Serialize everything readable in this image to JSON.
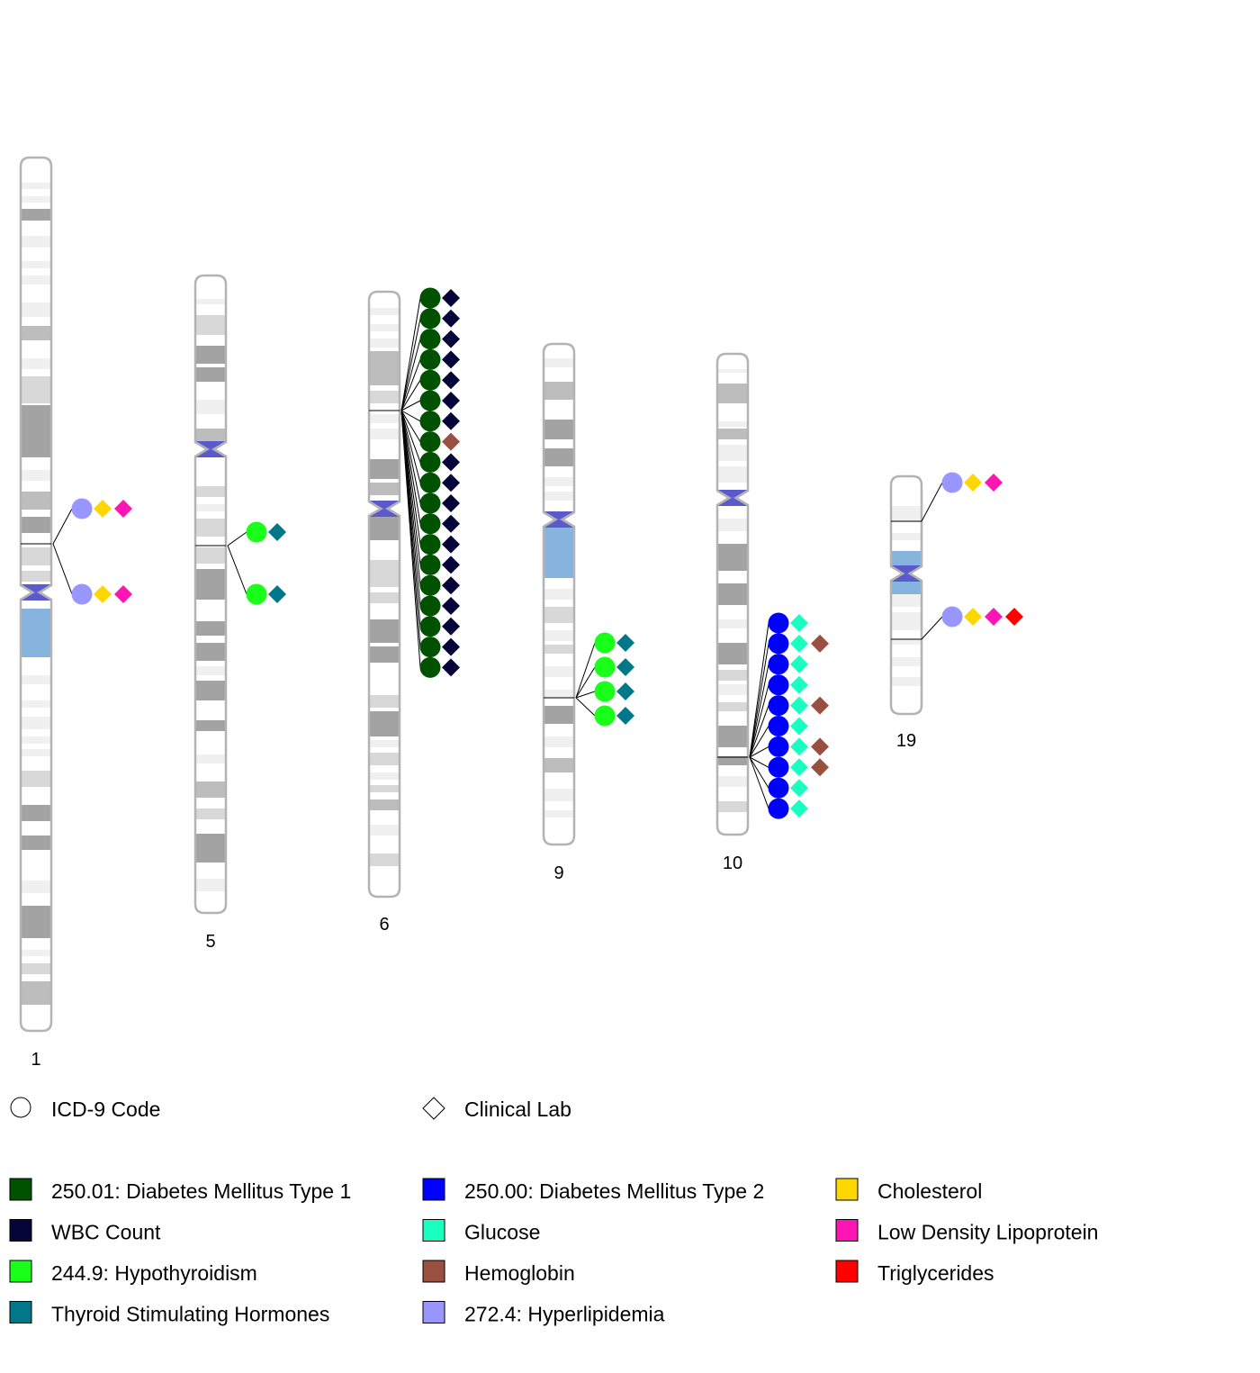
{
  "colors": {
    "band_light": "#f0f0f0",
    "band_mid": "#d8d8d8",
    "band_gray": "#bdbdbd",
    "band_dark": "#a3a3a3",
    "centromere": "#5a5acd",
    "stalk": "#87b4de",
    "outline": "#b3b3b3",
    "diabetes_type_1": "#005200",
    "wbc_count": "#05053a",
    "hypothyroidism": "#19ff19",
    "thyroid_stimulating_hormones": "#00788a",
    "diabetes_type_2": "#0000ff",
    "glucose": "#19ffc0",
    "hemoglobin": "#9a5040",
    "hyperlipidemia": "#9a96ff",
    "cholesterol": "#ffd700",
    "ldl": "#ff14b4",
    "triglycerides": "#ff0000"
  },
  "chromosomes": [
    {
      "label": "1"
    },
    {
      "label": "5"
    },
    {
      "label": "6"
    },
    {
      "label": "9"
    },
    {
      "label": "10"
    },
    {
      "label": "19"
    }
  ],
  "legend": {
    "shapes": [
      {
        "shape": "circle",
        "label": "ICD-9 Code"
      },
      {
        "shape": "diamond",
        "label": "Clinical Lab"
      }
    ],
    "columns": [
      [
        {
          "key": "diabetes_type_1",
          "label": "250.01: Diabetes Mellitus Type 1"
        },
        {
          "key": "wbc_count",
          "label": "WBC Count"
        },
        {
          "key": "hypothyroidism",
          "label": "244.9: Hypothyroidism"
        },
        {
          "key": "thyroid_stimulating_hormones",
          "label": "Thyroid Stimulating Hormones"
        }
      ],
      [
        {
          "key": "diabetes_type_2",
          "label": "250.00: Diabetes Mellitus Type 2"
        },
        {
          "key": "glucose",
          "label": "Glucose"
        },
        {
          "key": "hemoglobin",
          "label": "Hemoglobin"
        },
        {
          "key": "hyperlipidemia",
          "label": "272.4: Hyperlipidemia"
        }
      ],
      [
        {
          "key": "cholesterol",
          "label": "Cholesterol"
        },
        {
          "key": "ldl",
          "label": "Low Density Lipoprotein"
        },
        {
          "key": "triglycerides",
          "label": "Triglycerides"
        }
      ]
    ]
  },
  "annotations": [
    {
      "chromosome": "1",
      "groups": [
        {
          "icd": "hyperlipidemia",
          "labs": [
            "cholesterol",
            "ldl"
          ]
        },
        {
          "icd": "hyperlipidemia",
          "labs": [
            "cholesterol",
            "ldl"
          ]
        }
      ]
    },
    {
      "chromosome": "5",
      "groups": [
        {
          "icd": "hypothyroidism",
          "labs": [
            "thyroid_stimulating_hormones"
          ]
        },
        {
          "icd": "hypothyroidism",
          "labs": [
            "thyroid_stimulating_hormones"
          ]
        }
      ]
    },
    {
      "chromosome": "6",
      "groups": [
        {
          "icd": "diabetes_type_1",
          "labs": [
            "wbc_count"
          ]
        },
        {
          "icd": "diabetes_type_1",
          "labs": [
            "wbc_count"
          ]
        },
        {
          "icd": "diabetes_type_1",
          "labs": [
            "wbc_count"
          ]
        },
        {
          "icd": "diabetes_type_1",
          "labs": [
            "wbc_count"
          ]
        },
        {
          "icd": "diabetes_type_1",
          "labs": [
            "wbc_count"
          ]
        },
        {
          "icd": "diabetes_type_1",
          "labs": [
            "wbc_count"
          ]
        },
        {
          "icd": "diabetes_type_1",
          "labs": [
            "wbc_count"
          ]
        },
        {
          "icd": "diabetes_type_1",
          "labs": [
            "hemoglobin"
          ]
        },
        {
          "icd": "diabetes_type_1",
          "labs": [
            "wbc_count"
          ]
        },
        {
          "icd": "diabetes_type_1",
          "labs": [
            "wbc_count"
          ]
        },
        {
          "icd": "diabetes_type_1",
          "labs": [
            "wbc_count"
          ]
        },
        {
          "icd": "diabetes_type_1",
          "labs": [
            "wbc_count"
          ]
        },
        {
          "icd": "diabetes_type_1",
          "labs": [
            "wbc_count"
          ]
        },
        {
          "icd": "diabetes_type_1",
          "labs": [
            "wbc_count"
          ]
        },
        {
          "icd": "diabetes_type_1",
          "labs": [
            "wbc_count"
          ]
        },
        {
          "icd": "diabetes_type_1",
          "labs": [
            "wbc_count"
          ]
        },
        {
          "icd": "diabetes_type_1",
          "labs": [
            "wbc_count"
          ]
        },
        {
          "icd": "diabetes_type_1",
          "labs": [
            "wbc_count"
          ]
        },
        {
          "icd": "diabetes_type_1",
          "labs": [
            "wbc_count"
          ]
        }
      ]
    },
    {
      "chromosome": "9",
      "groups": [
        {
          "icd": "hypothyroidism",
          "labs": [
            "thyroid_stimulating_hormones"
          ]
        },
        {
          "icd": "hypothyroidism",
          "labs": [
            "thyroid_stimulating_hormones"
          ]
        },
        {
          "icd": "hypothyroidism",
          "labs": [
            "thyroid_stimulating_hormones"
          ]
        },
        {
          "icd": "hypothyroidism",
          "labs": [
            "thyroid_stimulating_hormones"
          ]
        }
      ]
    },
    {
      "chromosome": "10",
      "groups": [
        {
          "icd": "diabetes_type_2",
          "labs": [
            "glucose"
          ]
        },
        {
          "icd": "diabetes_type_2",
          "labs": [
            "glucose",
            "hemoglobin"
          ]
        },
        {
          "icd": "diabetes_type_2",
          "labs": [
            "glucose"
          ]
        },
        {
          "icd": "diabetes_type_2",
          "labs": [
            "glucose"
          ]
        },
        {
          "icd": "diabetes_type_2",
          "labs": [
            "glucose",
            "hemoglobin"
          ]
        },
        {
          "icd": "diabetes_type_2",
          "labs": [
            "glucose"
          ]
        },
        {
          "icd": "diabetes_type_2",
          "labs": [
            "glucose",
            "hemoglobin"
          ]
        },
        {
          "icd": "diabetes_type_2",
          "labs": [
            "glucose",
            "hemoglobin"
          ]
        },
        {
          "icd": "diabetes_type_2",
          "labs": [
            "glucose"
          ]
        },
        {
          "icd": "diabetes_type_2",
          "labs": [
            "glucose"
          ]
        }
      ]
    },
    {
      "chromosome": "19",
      "groups": [
        {
          "icd": "hyperlipidemia",
          "labs": [
            "cholesterol",
            "ldl"
          ]
        },
        {
          "icd": "hyperlipidemia",
          "labs": [
            "cholesterol",
            "ldl",
            "triglycerides"
          ]
        }
      ]
    }
  ]
}
